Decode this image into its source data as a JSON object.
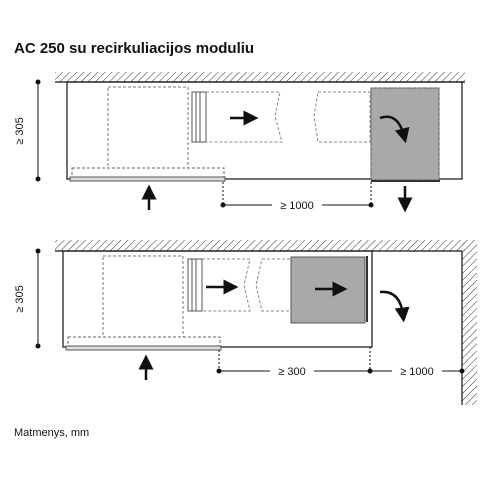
{
  "title": "AC 250 su recirkuliacijos moduliu",
  "footer": "Matmenys, mm",
  "diagram_top": {
    "height_label": "≥ 305",
    "distance_label": "≥ 1000"
  },
  "diagram_bottom": {
    "height_label": "≥ 305",
    "distance_label_1": "≥ 300",
    "distance_label_2": "≥ 1000"
  }
}
